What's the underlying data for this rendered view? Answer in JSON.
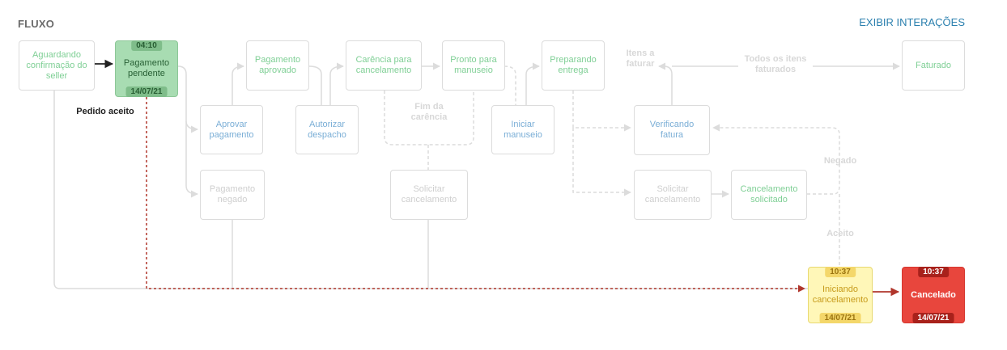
{
  "header": {
    "title": "FLUXO",
    "toggle_label": "EXIBIR INTERAÇÕES"
  },
  "nodes": {
    "aguardando": "Aguardando confirmação do seller",
    "pagamento_pendente": {
      "label": "Pagamento pendente",
      "time": "04:10",
      "date": "14/07/21"
    },
    "aprovar_pagamento": "Aprovar pagamento",
    "pagamento_aprovado": "Pagamento aprovado",
    "pagamento_negado": "Pagamento negado",
    "autorizar_despacho": "Autorizar despacho",
    "carencia": "Carência para cancelamento",
    "pronto_manuseio": "Pronto para manuseio",
    "solicitar_cancelamento": "Solicitar cancelamento",
    "iniciar_manuseio": "Iniciar manuseio",
    "preparando_entrega": "Preparando entrega",
    "verificando_fatura": "Verificando fatura",
    "solicitar_cancelamento_2": "Solicitar cancelamento",
    "cancelamento_solicitado": "Cancelamento solicitado",
    "faturado": "Faturado",
    "iniciando_cancelamento": {
      "label": "Iniciando cancelamento",
      "time": "10:37",
      "date": "14/07/21"
    },
    "cancelado": {
      "label": "Cancelado",
      "time": "10:37",
      "date": "14/07/21"
    }
  },
  "labels": {
    "pedido_aceito": "Pedido aceito",
    "fim_carencia": "Fim da carência",
    "itens_faturar": "Itens a faturar",
    "todos_faturados": "Todos os itens faturados",
    "negado": "Negado",
    "aceito": "Aceito"
  },
  "colors": {
    "done": "#7fcf95",
    "action": "#7aaed6",
    "inactive": "#cfcfcf",
    "pending_bg": "#a8dcb2",
    "warning_bg": "#fff7b8",
    "cancel_bg": "#e8463d",
    "cancel_path": "#b0362c"
  }
}
